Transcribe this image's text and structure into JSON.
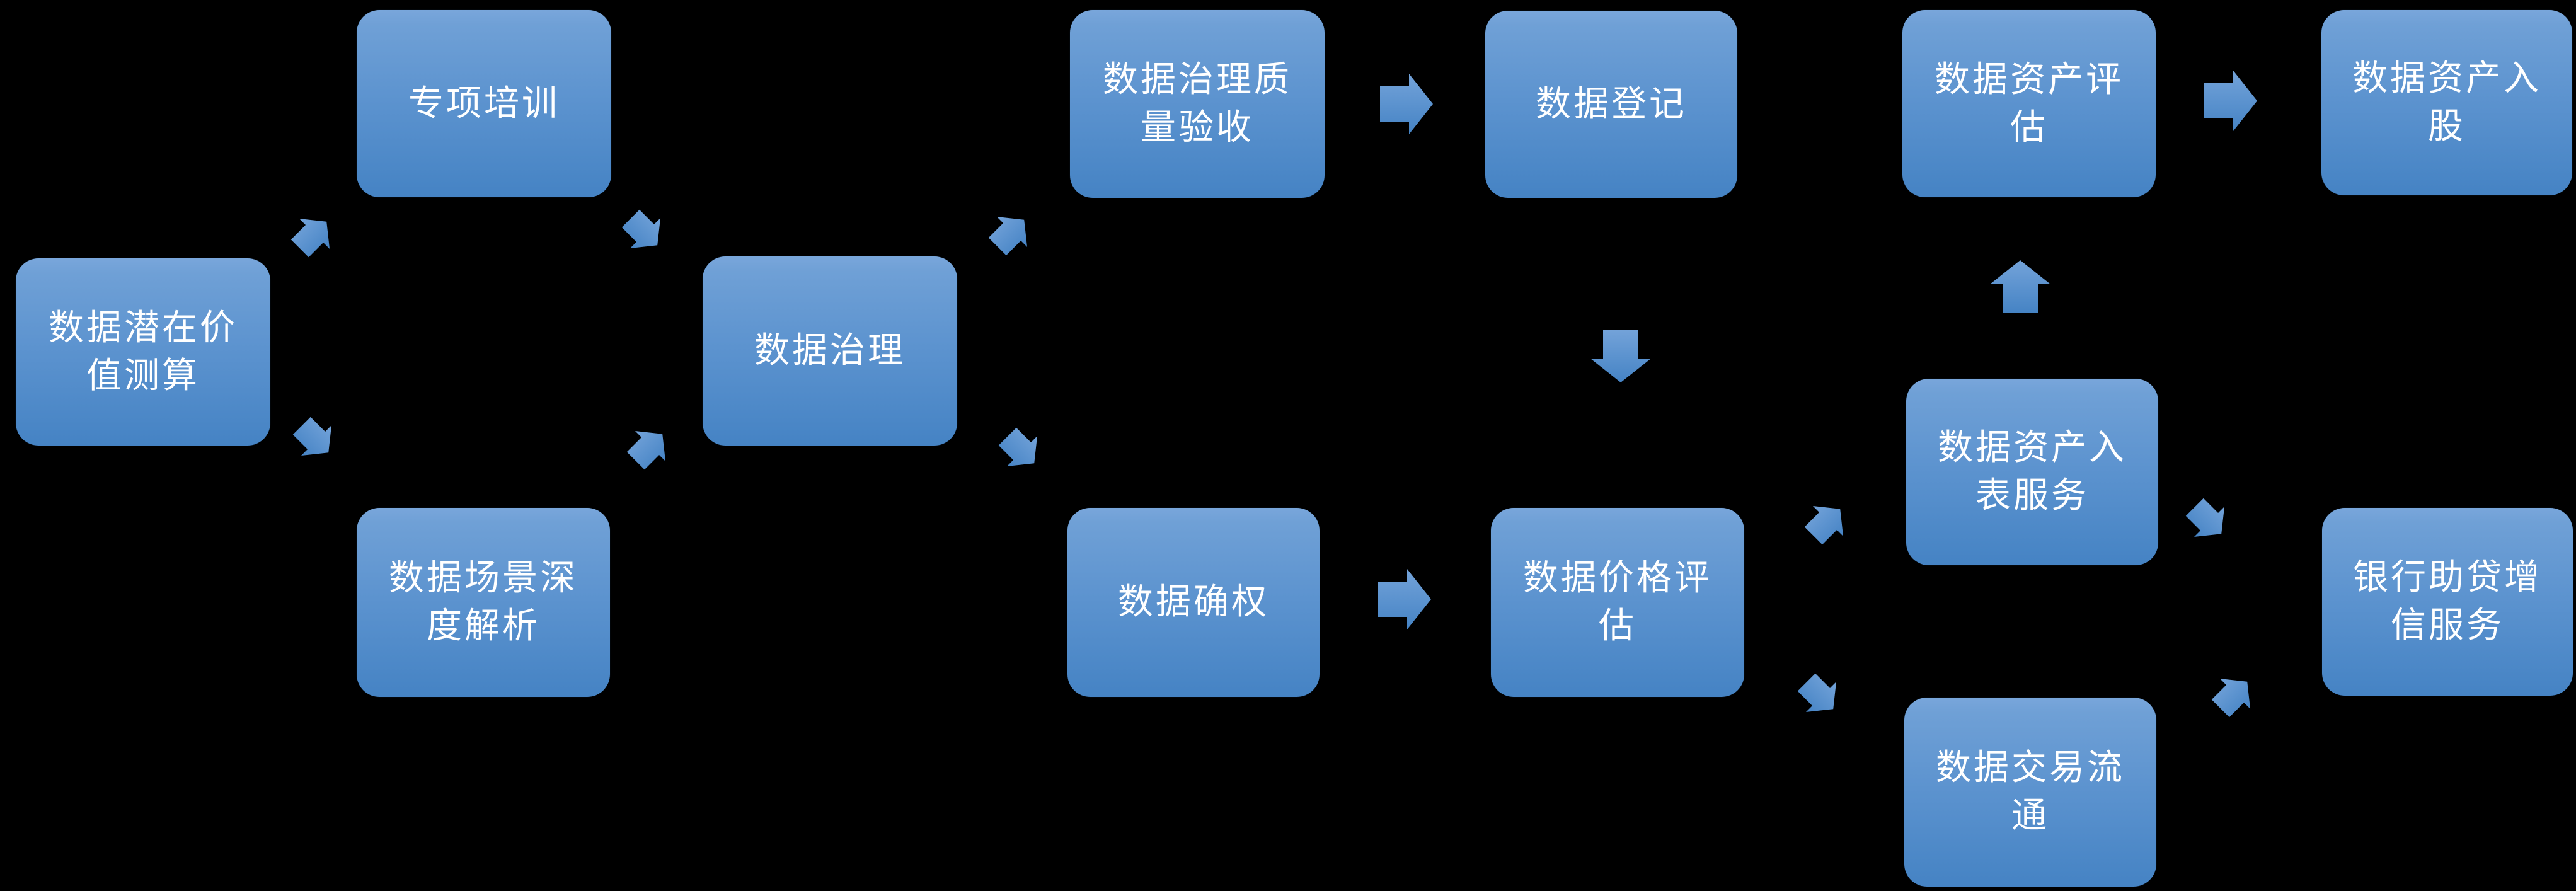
{
  "diagram": {
    "type": "flowchart",
    "background_color": "#000000",
    "node_style": {
      "shape": "rounded-rectangle",
      "fill_top": "#79A6DB",
      "fill_bottom": "#4583C4",
      "text_color": "#FFFFFF"
    },
    "arrow_style": {
      "fill_top": "#6FA0D8",
      "fill_bottom": "#4583C4"
    },
    "nodes": [
      {
        "id": "n1",
        "label": "数据潜在价值测算"
      },
      {
        "id": "n2",
        "label": "专项培训"
      },
      {
        "id": "n3",
        "label": "数据场景深度解析"
      },
      {
        "id": "n4",
        "label": "数据治理"
      },
      {
        "id": "n5",
        "label": "数据治理质量验收"
      },
      {
        "id": "n6",
        "label": "数据登记"
      },
      {
        "id": "n7",
        "label": "数据确权"
      },
      {
        "id": "n8",
        "label": "数据价格评估"
      },
      {
        "id": "n9",
        "label": "数据资产入表服务"
      },
      {
        "id": "n10",
        "label": "数据交易流通"
      },
      {
        "id": "n11",
        "label": "数据资产评估"
      },
      {
        "id": "n12",
        "label": "数据资产入股"
      },
      {
        "id": "n13",
        "label": "银行助贷增信服务"
      }
    ],
    "connections": [
      {
        "from": "数据潜在价值测算",
        "to": "专项培训",
        "direction": "up-right"
      },
      {
        "from": "数据潜在价值测算",
        "to": "数据场景深度解析",
        "direction": "down-right"
      },
      {
        "from": "专项培训",
        "to": "数据治理",
        "direction": "down-right"
      },
      {
        "from": "数据场景深度解析",
        "to": "数据治理",
        "direction": "up-right"
      },
      {
        "from": "数据治理",
        "to": "数据治理质量验收",
        "direction": "up-right"
      },
      {
        "from": "数据治理",
        "to": "数据确权",
        "direction": "down-right"
      },
      {
        "from": "数据治理质量验收",
        "to": "数据登记",
        "direction": "right"
      },
      {
        "from": "数据登记",
        "to": "数据价格评估",
        "direction": "down"
      },
      {
        "from": "数据确权",
        "to": "数据价格评估",
        "direction": "right"
      },
      {
        "from": "数据价格评估",
        "to": "数据资产入表服务",
        "direction": "up-right"
      },
      {
        "from": "数据价格评估",
        "to": "数据交易流通",
        "direction": "down-right"
      },
      {
        "from": "数据资产入表服务",
        "to": "数据资产评估",
        "direction": "up"
      },
      {
        "from": "数据资产评估",
        "to": "数据资产入股",
        "direction": "right"
      },
      {
        "from": "数据资产入表服务",
        "to": "银行助贷增信服务",
        "direction": "down-right"
      },
      {
        "from": "数据交易流通",
        "to": "银行助贷增信服务",
        "direction": "up-right"
      }
    ]
  }
}
